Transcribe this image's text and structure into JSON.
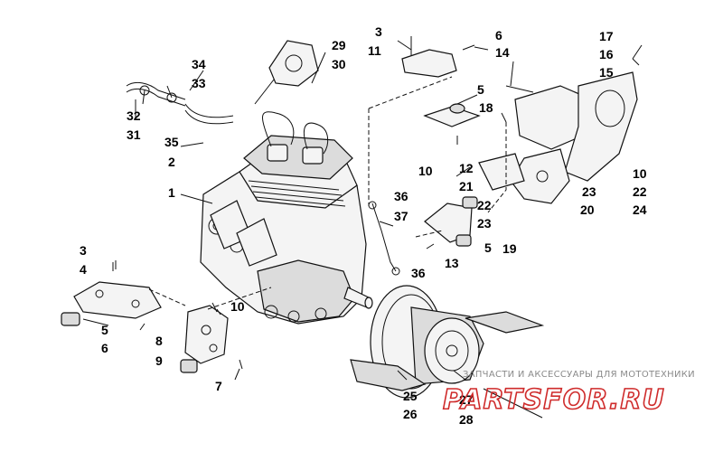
{
  "diagram": {
    "callouts": [
      {
        "id": "c29",
        "text": "29"
      },
      {
        "id": "c30",
        "text": "30"
      },
      {
        "id": "c34",
        "text": "34"
      },
      {
        "id": "c33",
        "text": "33"
      },
      {
        "id": "c32",
        "text": "32"
      },
      {
        "id": "c31",
        "text": "31"
      },
      {
        "id": "c35",
        "text": "35"
      },
      {
        "id": "c2",
        "text": "2"
      },
      {
        "id": "c1",
        "text": "1"
      },
      {
        "id": "c3a",
        "text": "3"
      },
      {
        "id": "c11",
        "text": "11"
      },
      {
        "id": "c6a",
        "text": "6"
      },
      {
        "id": "c14",
        "text": "14"
      },
      {
        "id": "c5a",
        "text": "5"
      },
      {
        "id": "c17",
        "text": "17"
      },
      {
        "id": "c16",
        "text": "16"
      },
      {
        "id": "c15",
        "text": "15"
      },
      {
        "id": "c18",
        "text": "18"
      },
      {
        "id": "c10a",
        "text": "10"
      },
      {
        "id": "c12",
        "text": "12"
      },
      {
        "id": "c21",
        "text": "21"
      },
      {
        "id": "c22a",
        "text": "22"
      },
      {
        "id": "c23a",
        "text": "23"
      },
      {
        "id": "c10b",
        "text": "10"
      },
      {
        "id": "c22b",
        "text": "22"
      },
      {
        "id": "c23b",
        "text": "23"
      },
      {
        "id": "c24",
        "text": "24"
      },
      {
        "id": "c20",
        "text": "20"
      },
      {
        "id": "c19",
        "text": "19"
      },
      {
        "id": "c36a",
        "text": "36"
      },
      {
        "id": "c37",
        "text": "37"
      },
      {
        "id": "c5b",
        "text": "5"
      },
      {
        "id": "c13",
        "text": "13"
      },
      {
        "id": "c36b",
        "text": "36"
      },
      {
        "id": "c3b",
        "text": "3"
      },
      {
        "id": "c4",
        "text": "4"
      },
      {
        "id": "c5c",
        "text": "5"
      },
      {
        "id": "c6b",
        "text": "6"
      },
      {
        "id": "c10c",
        "text": "10"
      },
      {
        "id": "c8",
        "text": "8"
      },
      {
        "id": "c9",
        "text": "9"
      },
      {
        "id": "c7",
        "text": "7"
      },
      {
        "id": "c25",
        "text": "25"
      },
      {
        "id": "c26",
        "text": "26"
      },
      {
        "id": "c27",
        "text": "27"
      },
      {
        "id": "c28",
        "text": "28"
      }
    ]
  },
  "watermark": {
    "tagline": "ЗАПЧАСТИ И АКСЕССУАРЫ ДЛЯ МОТОТЕХНИКИ",
    "logo": "PARTSFOR.RU",
    "logo_color": "#cf2b2b"
  },
  "colors": {
    "ink": "#111111",
    "background": "#ffffff"
  }
}
